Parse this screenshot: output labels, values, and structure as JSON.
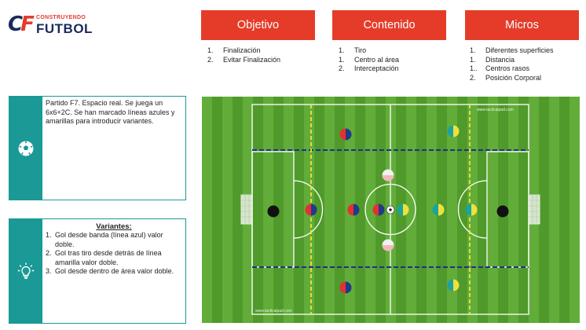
{
  "logo": {
    "mark": "CF",
    "top_text": "CONSTRUYENDO",
    "bottom_text": "FUTBOL"
  },
  "headers": {
    "objetivo": "Objetivo",
    "contenido": "Contenido",
    "micros": "Micros"
  },
  "objetivo_items": [
    {
      "n": "1.",
      "text": "Finalización"
    },
    {
      "n": "2.",
      "text": "Evitar Finalización"
    }
  ],
  "contenido_items": [
    {
      "n": "1.",
      "text": "Tiro"
    },
    {
      "n": "1.",
      "text": "Centro al área"
    },
    {
      "n": "2.",
      "text": "Interceptación"
    }
  ],
  "micros_items": [
    {
      "n": "1.",
      "text": "Diferentes superficies"
    },
    {
      "n": "1.",
      "text": "Distancia"
    },
    {
      "n": "1..",
      "text": "Centros rasos"
    },
    {
      "n": "2.",
      "text": "Posición Corporal"
    }
  ],
  "description": "Partido F7. Espacio real. Se juega un 6x6+2C. Se han marcado líneas azules y amarillas para introducir variantes.",
  "variantes": {
    "title": "Variantes:",
    "items": [
      {
        "n": "1.",
        "text": "Gol desde banda (línea azul) valor doble."
      },
      {
        "n": "2.",
        "text": "Gol tras tiro desde detrás de línea amarilla valor doble."
      },
      {
        "n": "3.",
        "text": "Gol desde dentro de área valor doble."
      }
    ]
  },
  "pitch": {
    "watermark_top": "www.tacticalpad.com",
    "watermark_bottom": "www.tacticalpad.com",
    "colors": {
      "grass_light": "#62ad39",
      "grass_dark": "#4f9a2a",
      "lines": "#ffffff",
      "blue_line": "#1f2f8f",
      "yellow_line": "#f4e23a",
      "team_red": "#e43030",
      "team_navy": "#1f3a8a",
      "team_yellow": "#f0e03a",
      "team_teal": "#1ba39c",
      "keeper": "#111111",
      "neutral_pink": "#f2b8b8"
    }
  }
}
